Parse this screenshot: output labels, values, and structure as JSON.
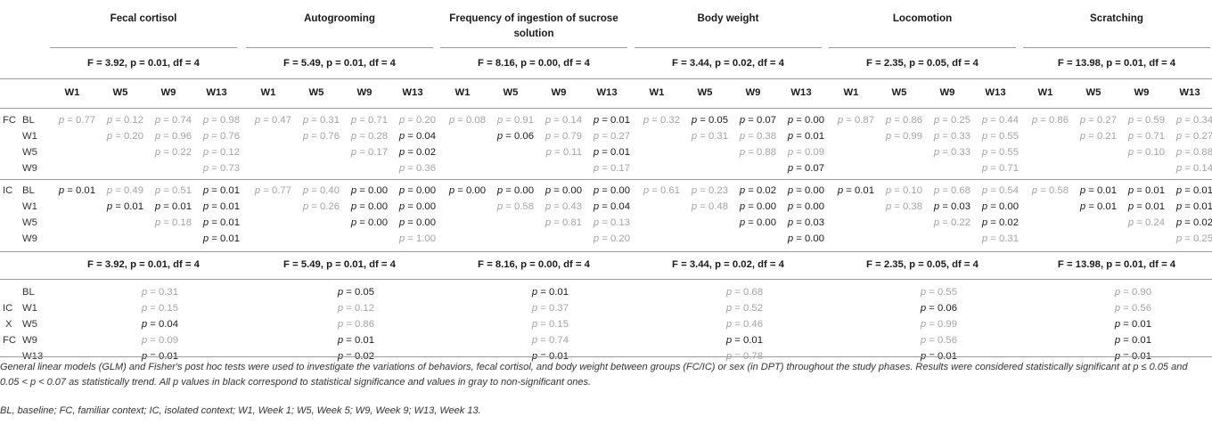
{
  "colors": {
    "significant": "#1a1a1a",
    "nonsignificant": "#a3a3a3",
    "rule": "#9a9a9a"
  },
  "variables": [
    "Fecal cortisol",
    "Autogrooming",
    "Frequency of ingestion of sucrose solution",
    "Body weight",
    "Locomotion",
    "Scratching"
  ],
  "f_stats": [
    "F = 3.92, p = 0.01, df = 4",
    "F = 5.49, p = 0.01, df = 4",
    "F = 8.16, p = 0.00, df = 4",
    "F = 3.44, p = 0.02, df = 4",
    "F = 2.35, p = 0.05, df = 4",
    "F = 13.98, p = 0.01, df = 4"
  ],
  "weeks": [
    "W1",
    "W5",
    "W9",
    "W13"
  ],
  "sections": [
    {
      "group": "FC",
      "rows": [
        {
          "label": "BL",
          "values": [
            [
              "0.77",
              "0.12",
              "0.74",
              "0.98"
            ],
            [
              "0.47",
              "0.31",
              "0.71",
              "0.20"
            ],
            [
              "0.08",
              "0.91",
              "0.14",
              "0.01"
            ],
            [
              "0.32",
              "0.05",
              "0.07",
              "0.00"
            ],
            [
              "0.87",
              "0.86",
              "0.25",
              "0.44"
            ],
            [
              "0.86",
              "0.27",
              "0.59",
              "0.34"
            ]
          ],
          "sig": [
            [
              0,
              0,
              0,
              0
            ],
            [
              0,
              0,
              0,
              0
            ],
            [
              0,
              0,
              0,
              1
            ],
            [
              0,
              1,
              1,
              1
            ],
            [
              0,
              0,
              0,
              0
            ],
            [
              0,
              0,
              0,
              0
            ]
          ]
        },
        {
          "label": "W1",
          "values": [
            [
              "",
              "0.20",
              "0.96",
              "0.76"
            ],
            [
              "",
              "0.76",
              "0.28",
              "0.04"
            ],
            [
              "",
              "0.06",
              "0.79",
              "0.27"
            ],
            [
              "",
              "0.31",
              "0.38",
              "0.01"
            ],
            [
              "",
              "0.99",
              "0.33",
              "0.55"
            ],
            [
              "",
              "0.21",
              "0.71",
              "0.27"
            ]
          ],
          "sig": [
            [
              0,
              0,
              0,
              0
            ],
            [
              0,
              0,
              0,
              1
            ],
            [
              0,
              1,
              0,
              0
            ],
            [
              0,
              0,
              0,
              1
            ],
            [
              0,
              0,
              0,
              0
            ],
            [
              0,
              0,
              0,
              0
            ]
          ]
        },
        {
          "label": "W5",
          "values": [
            [
              "",
              "",
              "0.22",
              "0.12"
            ],
            [
              "",
              "",
              "0.17",
              "0.02"
            ],
            [
              "",
              "",
              "0.11",
              "0.01"
            ],
            [
              "",
              "",
              "0.88",
              "0.09"
            ],
            [
              "",
              "",
              "0.33",
              "0.55"
            ],
            [
              "",
              "",
              "0.10",
              "0.88"
            ]
          ],
          "sig": [
            [
              0,
              0,
              0,
              0
            ],
            [
              0,
              0,
              0,
              1
            ],
            [
              0,
              0,
              0,
              1
            ],
            [
              0,
              0,
              0,
              0
            ],
            [
              0,
              0,
              0,
              0
            ],
            [
              0,
              0,
              0,
              0
            ]
          ]
        },
        {
          "label": "W9",
          "values": [
            [
              "",
              "",
              "",
              "0.73"
            ],
            [
              "",
              "",
              "",
              "0.36"
            ],
            [
              "",
              "",
              "",
              "0.17"
            ],
            [
              "",
              "",
              "",
              "0.07"
            ],
            [
              "",
              "",
              "",
              "0.71"
            ],
            [
              "",
              "",
              "",
              "0.14"
            ]
          ],
          "sig": [
            [
              0,
              0,
              0,
              0
            ],
            [
              0,
              0,
              0,
              0
            ],
            [
              0,
              0,
              0,
              0
            ],
            [
              0,
              0,
              0,
              1
            ],
            [
              0,
              0,
              0,
              0
            ],
            [
              0,
              0,
              0,
              0
            ]
          ]
        }
      ]
    },
    {
      "group": "IC",
      "rows": [
        {
          "label": "BL",
          "values": [
            [
              "0.01",
              "0.49",
              "0.51",
              "0.01"
            ],
            [
              "0.77",
              "0.40",
              "0.00",
              "0.00"
            ],
            [
              "0.00",
              "0.00",
              "0.00",
              "0.00"
            ],
            [
              "0.61",
              "0.23",
              "0.02",
              "0.00"
            ],
            [
              "0.01",
              "0.10",
              "0.68",
              "0.54"
            ],
            [
              "0.58",
              "0.01",
              "0.01",
              "0.01"
            ]
          ],
          "sig": [
            [
              1,
              0,
              0,
              1
            ],
            [
              0,
              0,
              1,
              1
            ],
            [
              1,
              1,
              1,
              1
            ],
            [
              0,
              0,
              1,
              1
            ],
            [
              1,
              0,
              0,
              0
            ],
            [
              0,
              1,
              1,
              1
            ]
          ]
        },
        {
          "label": "W1",
          "values": [
            [
              "",
              "0.01",
              "0.01",
              "0.01"
            ],
            [
              "",
              "0.26",
              "0.00",
              "0.00"
            ],
            [
              "",
              "0.58",
              "0.43",
              "0.04"
            ],
            [
              "",
              "0.48",
              "0.00",
              "0.00"
            ],
            [
              "",
              "0.38",
              "0.03",
              "0.00"
            ],
            [
              "",
              "0.01",
              "0.01",
              "0.01"
            ]
          ],
          "sig": [
            [
              0,
              1,
              1,
              1
            ],
            [
              0,
              0,
              1,
              1
            ],
            [
              0,
              0,
              0,
              1
            ],
            [
              0,
              0,
              1,
              1
            ],
            [
              0,
              0,
              1,
              1
            ],
            [
              0,
              1,
              1,
              1
            ]
          ]
        },
        {
          "label": "W5",
          "values": [
            [
              "",
              "",
              "0.18",
              "0.01"
            ],
            [
              "",
              "",
              "0.00",
              "0.00"
            ],
            [
              "",
              "",
              "0.81",
              "0.13"
            ],
            [
              "",
              "",
              "0.00",
              "0.03"
            ],
            [
              "",
              "",
              "0.22",
              "0.02"
            ],
            [
              "",
              "",
              "0.24",
              "0.02"
            ]
          ],
          "sig": [
            [
              0,
              0,
              0,
              1
            ],
            [
              0,
              0,
              1,
              1
            ],
            [
              0,
              0,
              0,
              0
            ],
            [
              0,
              0,
              1,
              1
            ],
            [
              0,
              0,
              0,
              1
            ],
            [
              0,
              0,
              0,
              1
            ]
          ]
        },
        {
          "label": "W9",
          "values": [
            [
              "",
              "",
              "",
              "0.01"
            ],
            [
              "",
              "",
              "",
              "1.00"
            ],
            [
              "",
              "",
              "",
              "0.20"
            ],
            [
              "",
              "",
              "",
              "0.00"
            ],
            [
              "",
              "",
              "",
              "0.31"
            ],
            [
              "",
              "",
              "",
              "0.25"
            ]
          ],
          "sig": [
            [
              0,
              0,
              0,
              1
            ],
            [
              0,
              0,
              0,
              0
            ],
            [
              0,
              0,
              0,
              0
            ],
            [
              0,
              0,
              0,
              1
            ],
            [
              0,
              0,
              0,
              0
            ],
            [
              0,
              0,
              0,
              0
            ]
          ]
        }
      ]
    }
  ],
  "interaction": {
    "group_labels": [
      "IC",
      "X",
      "FC"
    ],
    "rows": [
      {
        "label": "BL",
        "values": [
          "0.31",
          "0.05",
          "0.01",
          "0.68",
          "0.55",
          "0.90"
        ],
        "sig": [
          0,
          1,
          1,
          0,
          0,
          0
        ]
      },
      {
        "label": "W1",
        "values": [
          "0.15",
          "0.12",
          "0.37",
          "0.52",
          "0.06",
          "0.56"
        ],
        "sig": [
          0,
          0,
          0,
          0,
          1,
          0
        ]
      },
      {
        "label": "W5",
        "values": [
          "0.04",
          "0.86",
          "0.15",
          "0.46",
          "0.99",
          "0.01"
        ],
        "sig": [
          1,
          0,
          0,
          0,
          0,
          1
        ]
      },
      {
        "label": "W9",
        "values": [
          "0.09",
          "0.01",
          "0.74",
          "0.01",
          "0.56",
          "0.01"
        ],
        "sig": [
          0,
          1,
          0,
          1,
          0,
          1
        ]
      },
      {
        "label": "W13",
        "values": [
          "0.01",
          "0.02",
          "0.01",
          "0.78",
          "0.01",
          "0.01"
        ],
        "sig": [
          1,
          1,
          1,
          0,
          1,
          1
        ]
      }
    ]
  },
  "footnotes": [
    "General linear models (GLM) and Fisher's post hoc tests were used to investigate the variations of behaviors, fecal cortisol, and body weight between groups (FC/IC) or sex (in DPT) throughout the study phases. Results were considered statistically significant at p ≤ 0.05 and 0.05 < p < 0.07 as statistically trend. All p values in black correspond to statistical significance and values in gray to non-significant ones.",
    "BL, baseline; FC, familiar context; IC, isolated context; W1, Week 1; W5, Week 5; W9, Week 9; W13, Week 13."
  ]
}
